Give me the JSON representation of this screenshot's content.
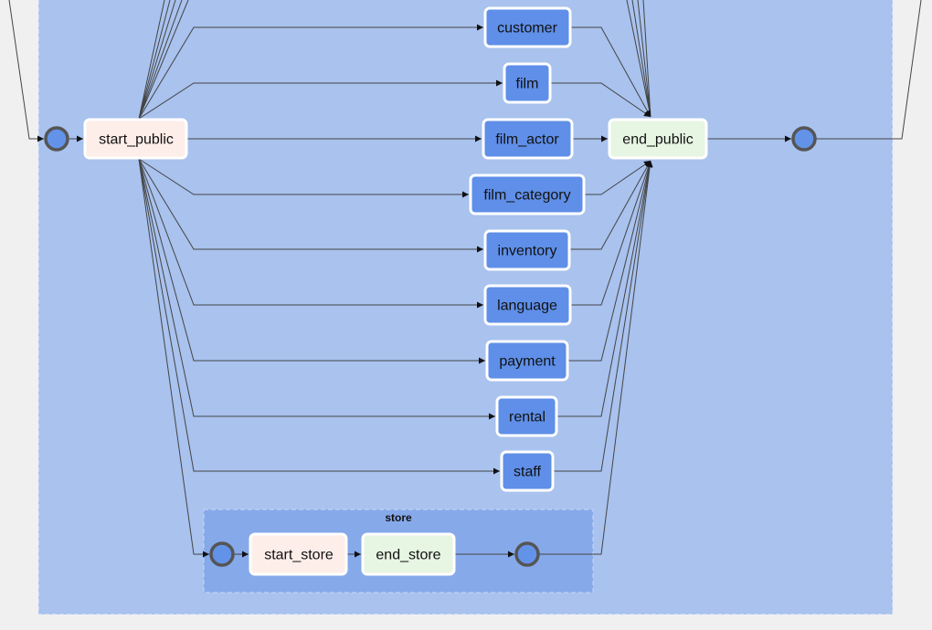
{
  "graph": {
    "public_group": {
      "start": "start_public",
      "end": "end_public",
      "tasks": [
        "customer",
        "film",
        "film_actor",
        "film_category",
        "inventory",
        "language",
        "payment",
        "rental",
        "staff"
      ]
    },
    "store_group": {
      "title": "store",
      "start": "start_store",
      "end": "end_store"
    }
  },
  "colors": {
    "background": "#f0f0f0",
    "group_fill": "#a9c2ee",
    "subgroup_fill": "#86a9ea",
    "task_fill": "#5f8fe8",
    "start_fill": "#fdeee9",
    "end_fill": "#e7f5e3",
    "join_node_fill": "#6393e9"
  }
}
